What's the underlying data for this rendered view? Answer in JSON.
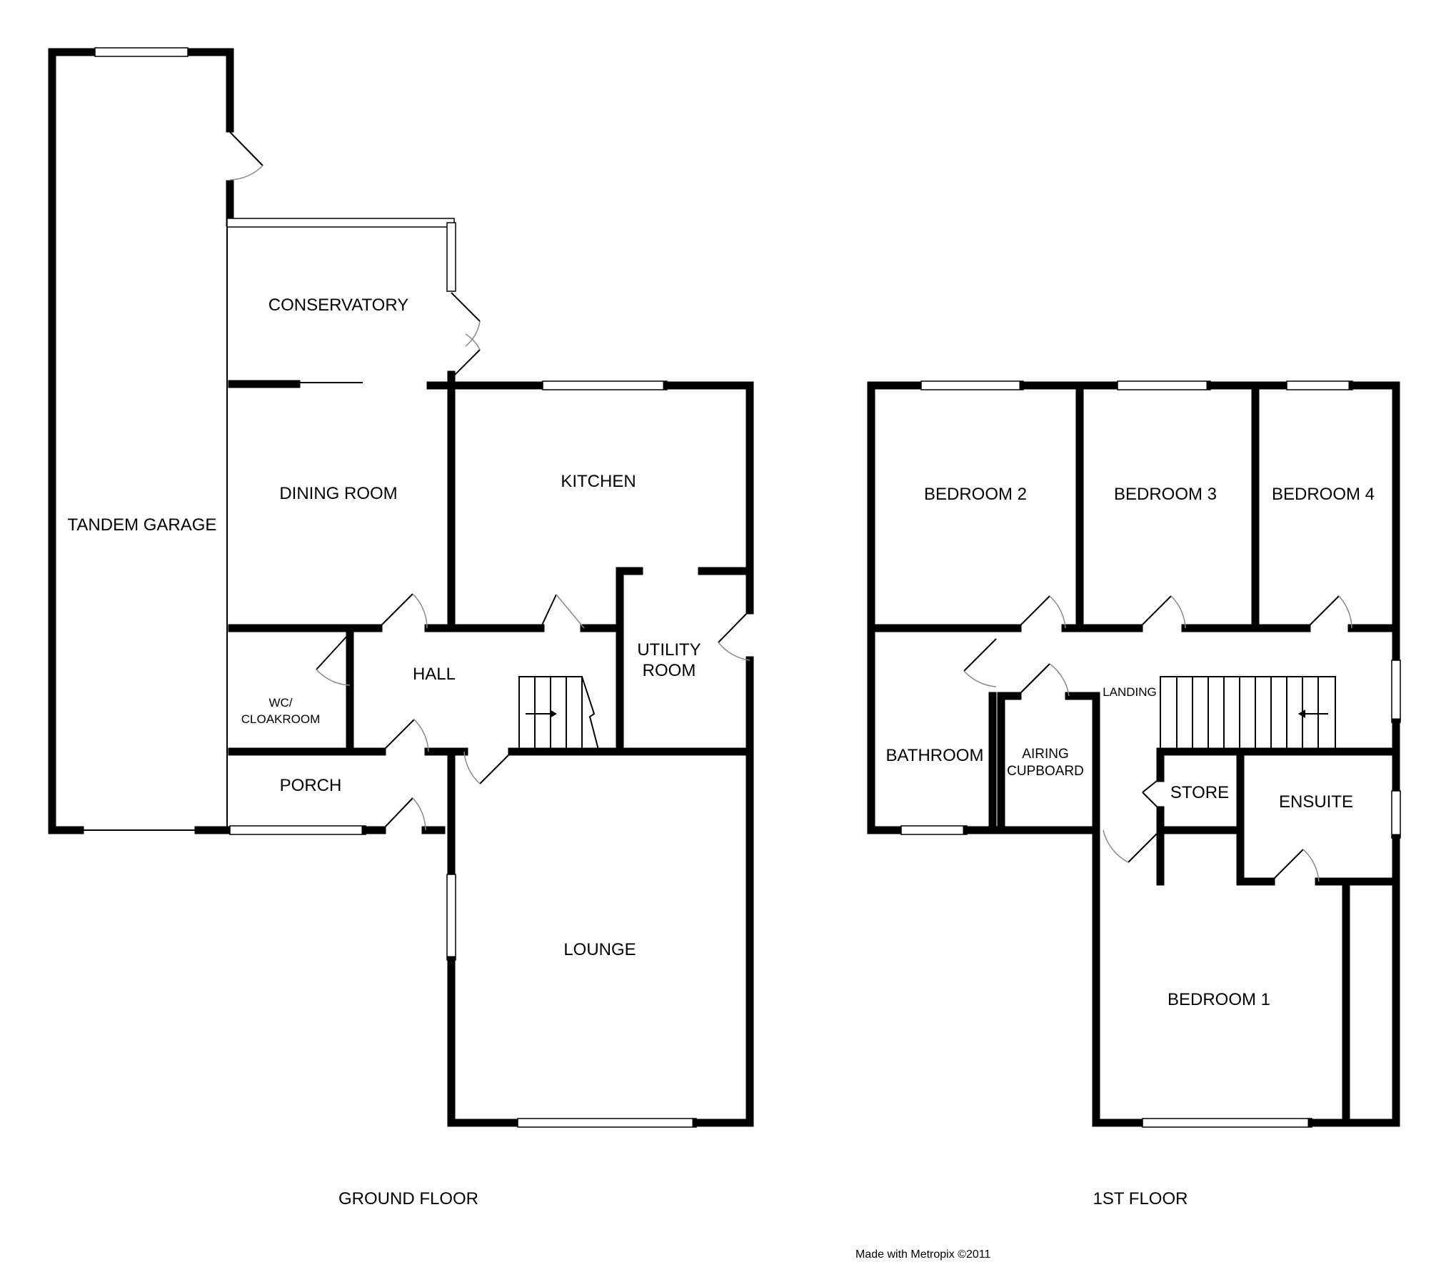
{
  "ground_floor": {
    "title": "GROUND FLOOR",
    "rooms": {
      "tandem_garage": "TANDEM GARAGE",
      "conservatory": "CONSERVATORY",
      "dining_room": "DINING ROOM",
      "kitchen": "KITCHEN",
      "hall": "HALL",
      "wc_line1": "WC/",
      "wc_line2": "CLOAKROOM",
      "utility_line1": "UTILITY",
      "utility_line2": "ROOM",
      "porch": "PORCH",
      "lounge": "LOUNGE"
    }
  },
  "first_floor": {
    "title": "1ST FLOOR",
    "rooms": {
      "bedroom_2": "BEDROOM 2",
      "bedroom_3": "BEDROOM 3",
      "bedroom_4": "BEDROOM 4",
      "bathroom": "BATHROOM",
      "airing_line1": "AIRING",
      "airing_line2": "CUPBOARD",
      "landing": "LANDING",
      "store": "STORE",
      "ensuite": "ENSUITE",
      "bedroom_1": "BEDROOM 1"
    }
  },
  "credit": "Made with Metropix ©2011"
}
